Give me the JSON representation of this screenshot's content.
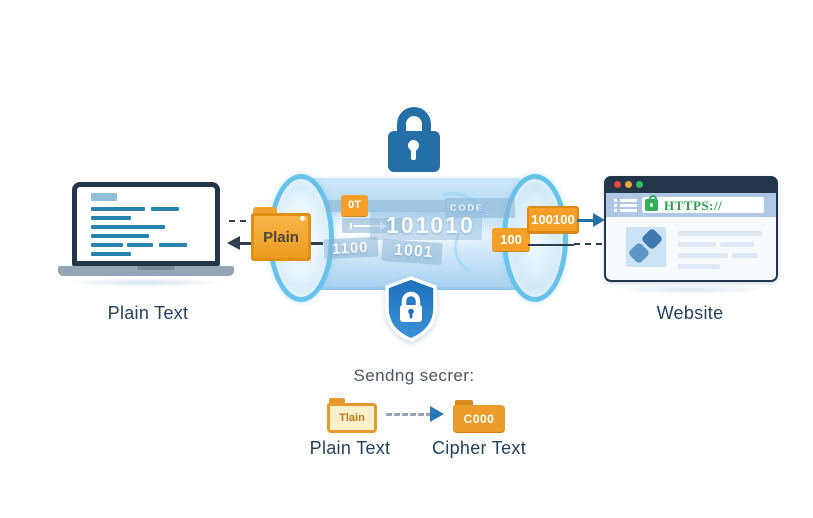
{
  "colors": {
    "accent_blue": "#2470a6",
    "navy": "#24364a",
    "orange": "#f59f28",
    "https_green": "#2f9e4f",
    "tunnel_blue": "#a8d4f3",
    "text_dark": "#25415e"
  },
  "icons": {
    "top": "padlock-icon",
    "center": "shield-lock-icon",
    "browser_address": "https-lock-icon",
    "browser_menu": "list-menu-icon",
    "plain_data": "folder-icon"
  },
  "laptop": {
    "caption": "Plain Text"
  },
  "tunnel": {
    "folder_label": "Plain",
    "badge_ot": "0T",
    "code_label": "code",
    "binary_main": "101010",
    "binary_row_a": "1100",
    "binary_row_b": "1001",
    "badge_100": "100",
    "badge_100100": "100100"
  },
  "browser": {
    "address": "HTTPS://",
    "caption": "Website"
  },
  "bottom": {
    "heading": "Sendng secrer:",
    "plain_folder_label": "Tlain",
    "cipher_box_label": "C000",
    "plain_caption": "Plain Text",
    "cipher_caption": "Cipher Text"
  }
}
